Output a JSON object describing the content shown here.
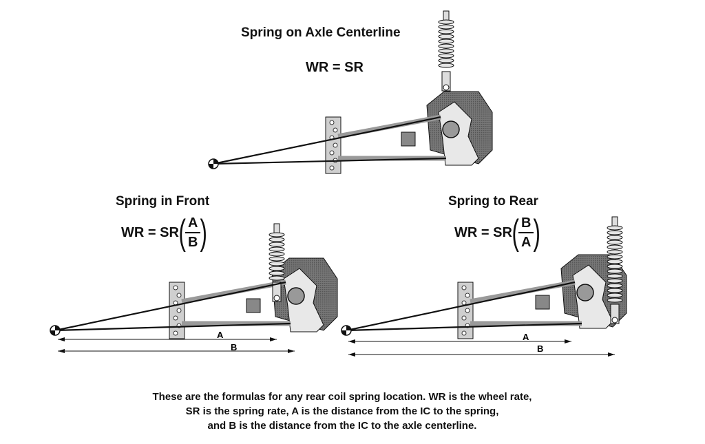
{
  "top": {
    "title": "Spring on Axle Centerline",
    "formula": "WR = SR"
  },
  "left": {
    "title": "Spring in Front",
    "formula_prefix": "WR = SR",
    "numerator": "A",
    "denominator": "B",
    "dim_a": "A",
    "dim_b": "B"
  },
  "right": {
    "title": "Spring to Rear",
    "formula_prefix": "WR = SR",
    "numerator": "B",
    "denominator": "A",
    "dim_a": "A",
    "dim_b": "B"
  },
  "caption": {
    "line1": "These are the formulas for any rear coil spring location.  WR is the wheel rate,",
    "line2": "SR is the spring rate, A is the distance from the IC to the spring,",
    "line3": "and B is the distance from the IC to the axle centerline."
  },
  "colors": {
    "ink": "#111111",
    "housing": "#6e6e6e",
    "bracket": "#cfcfcf",
    "link": "#9a9a9a"
  }
}
